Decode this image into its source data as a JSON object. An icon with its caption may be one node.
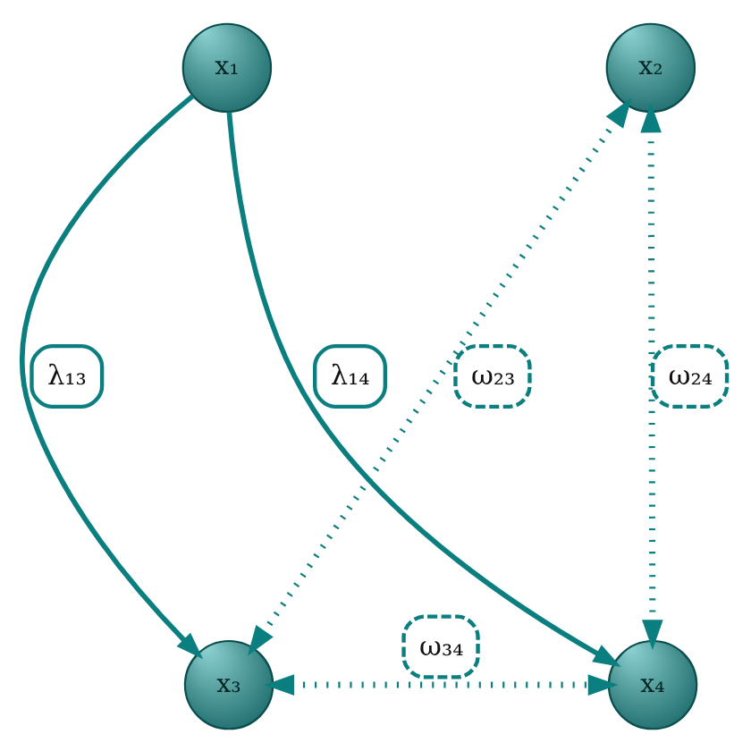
{
  "diagram": {
    "nodes": [
      {
        "text": [
          "x₁"
        ]
      },
      {
        "text": [
          "x₂"
        ]
      },
      {
        "text": [
          "x₃"
        ]
      },
      {
        "text": [
          "x₄"
        ]
      }
    ],
    "edges": [
      {
        "from": 0,
        "to": 2,
        "arrow": "to",
        "label": "λ₁₃"
      },
      {
        "from": 0,
        "to": 3,
        "arrow": "to",
        "label": "λ₁₄"
      },
      {
        "from": 1,
        "to": 2,
        "arrow": "both",
        "label": "ω₂₃",
        "style": "dashed"
      },
      {
        "from": 1,
        "to": 3,
        "arrow": "both",
        "label": "ω₂₄",
        "style": "dashed"
      },
      {
        "from": 2,
        "to": 3,
        "arrow": "both",
        "label": "ω₃₄",
        "style": "dashed"
      }
    ]
  }
}
